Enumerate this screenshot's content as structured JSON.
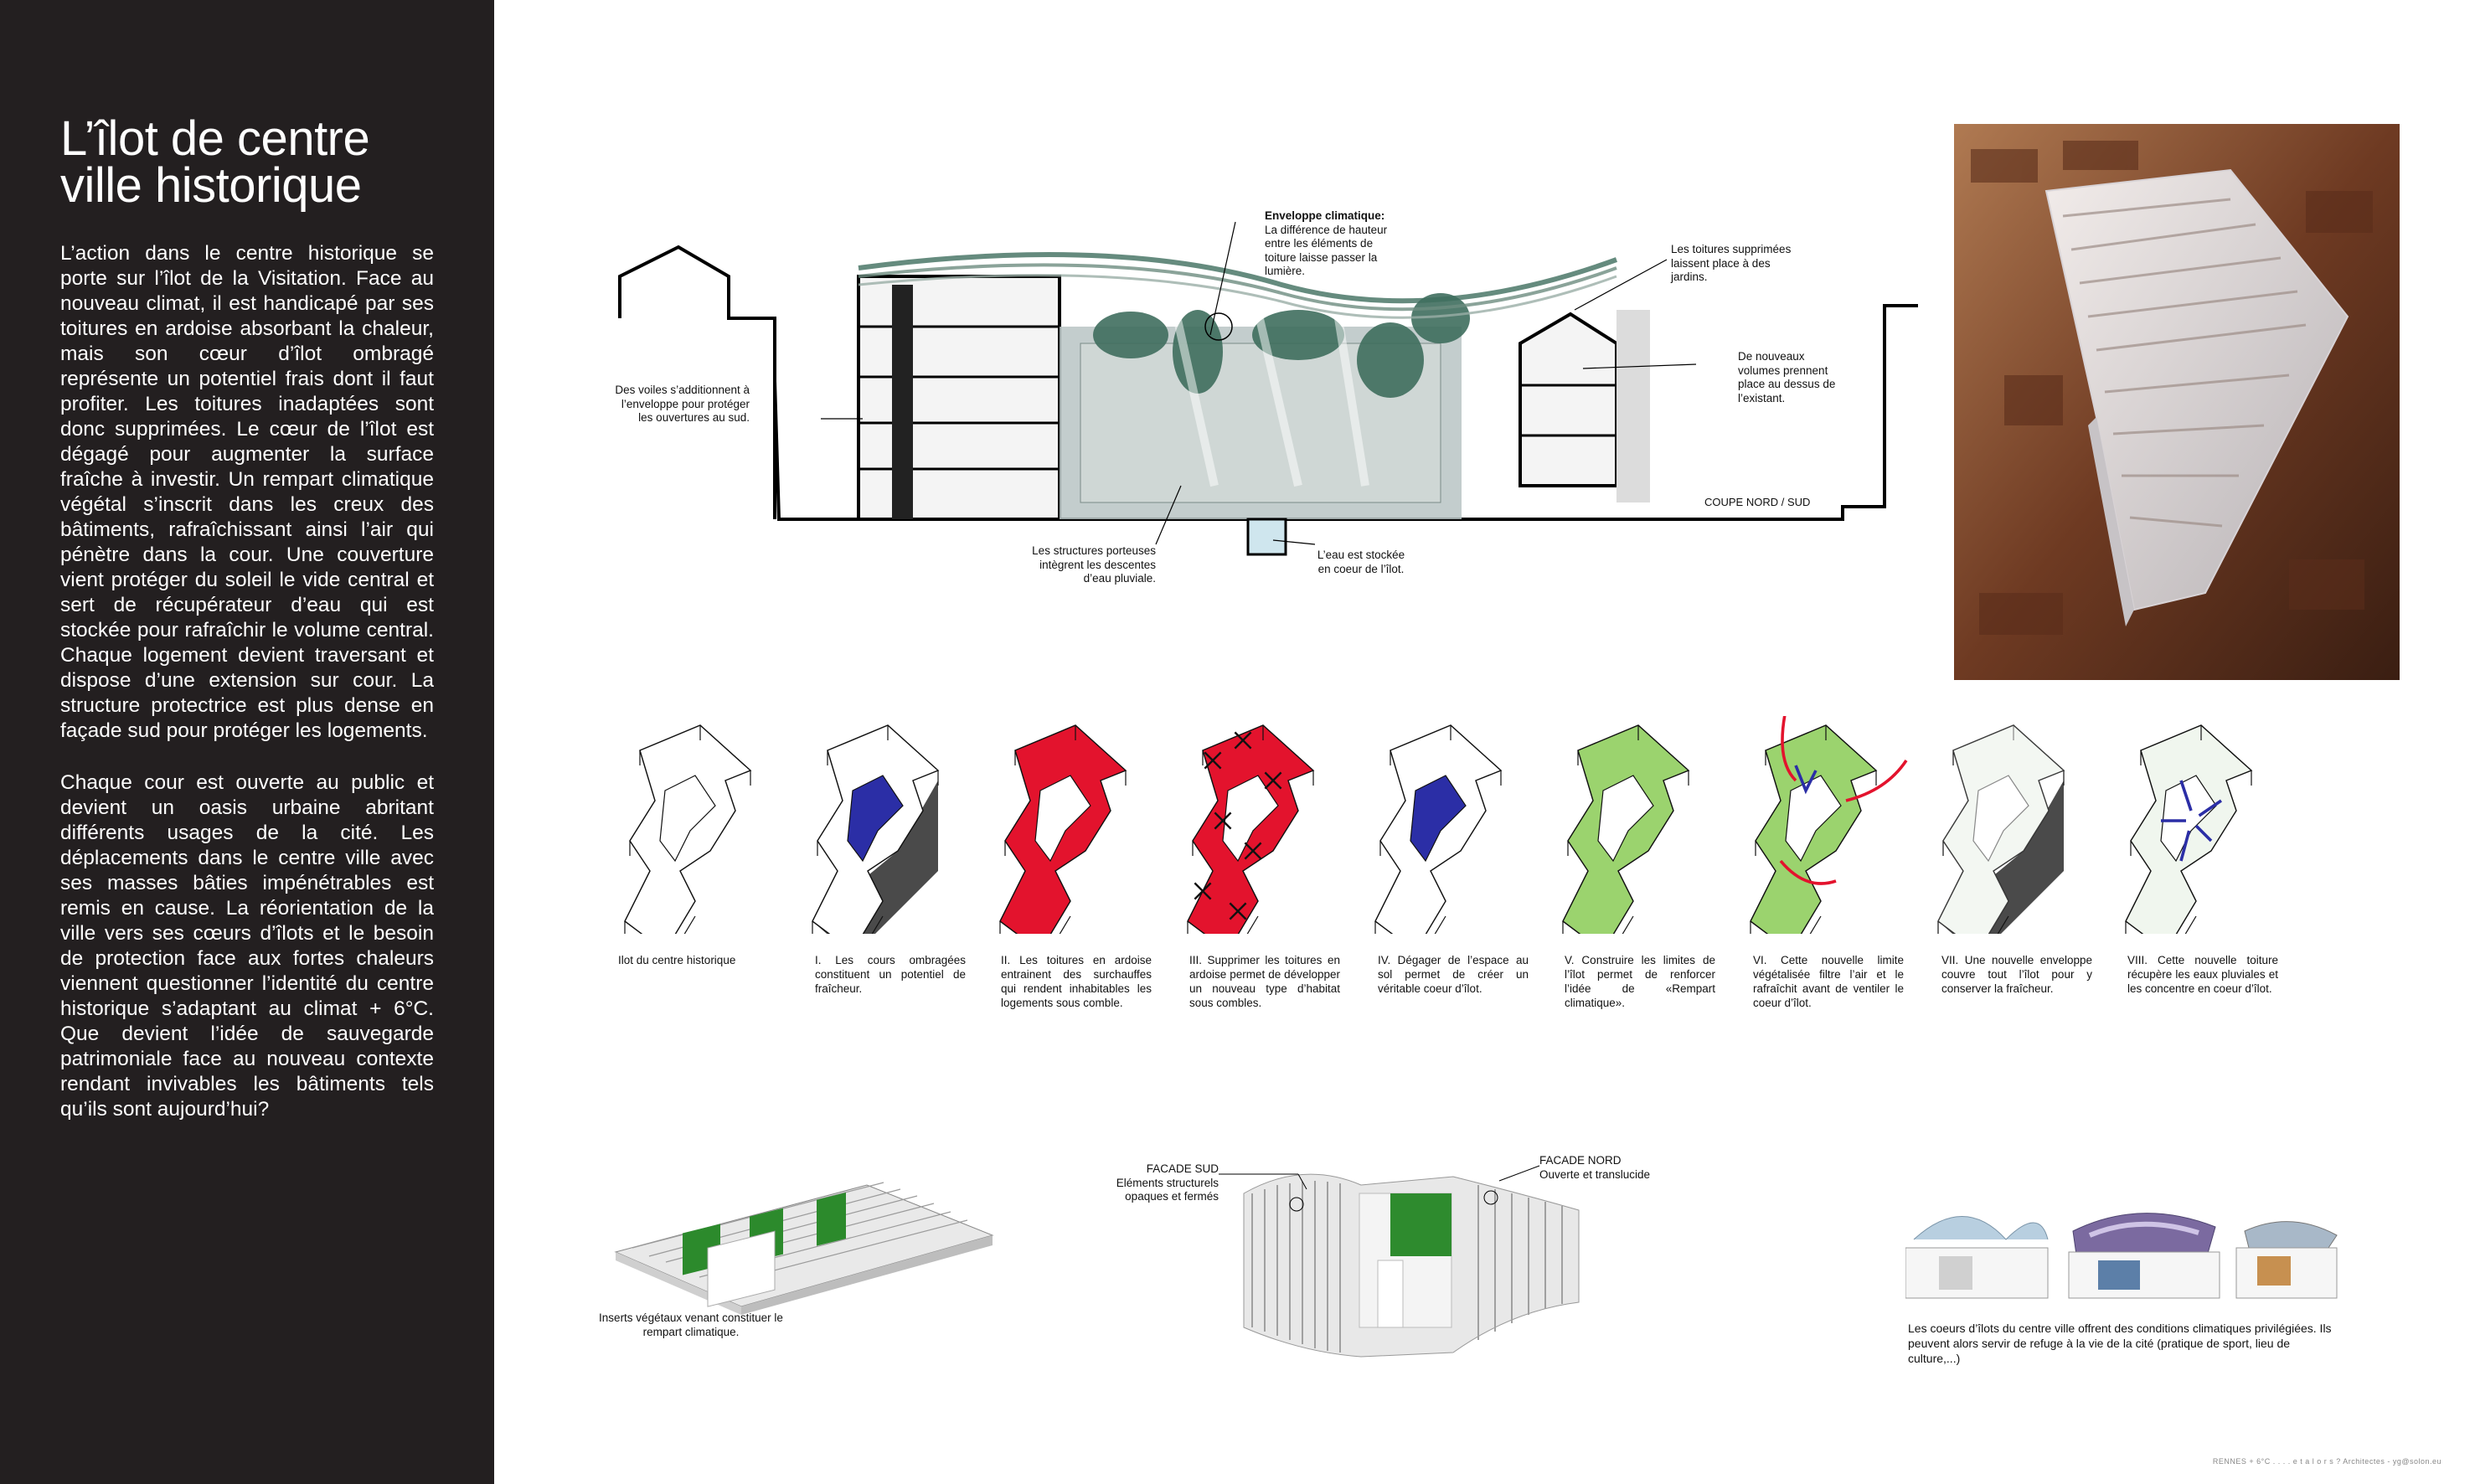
{
  "panel": {
    "title_line1": "L’îlot de centre",
    "title_line2": "ville historique",
    "paragraph1": "L’action dans le centre historique se porte sur l’îlot de la Visitation. Face au nouveau climat, il est handicapé par ses toitures en ardoise absorbant la chaleur, mais son cœur d’îlot ombragé représente un potentiel frais dont il faut profiter. Les toitures inadaptées sont donc supprimées. Le cœur de l’îlot est dégagé pour augmenter la surface fraîche à investir. Un rempart climatique végétal s’inscrit dans les creux des bâtiments, rafraîchissant ainsi l’air qui pénètre dans la cour. Une couverture vient protéger du soleil le vide central et sert de récupérateur d’eau qui est stockée pour rafraîchir le volume central. Chaque logement devient traversant et dispose d’une extension sur cour. La structure protectrice est plus dense en façade sud pour protéger les logements.",
    "paragraph2": "Chaque cour est ouverte au public et devient un oasis urbaine abritant différents usages de la cité. Les déplacements dans le centre ville avec ses masses bâties impénétrables est remis en cause. La réorientation de la ville vers ses cœurs d’îlots et le besoin de protection face aux fortes chaleurs viennent questionner l’identité du centre historique s’adaptant au climat + 6°C. Que devient l’idée de sauvegarde patrimoniale face au nouveau contexte rendant invivables les bâtiments tels qu’ils sont aujourd’hui?"
  },
  "section": {
    "envelope_title": "Enveloppe climatique:",
    "envelope_text": "La différence de hauteur entre les éléments de toiture laisse passer la lumière.",
    "voiles": "Des voiles s’additionnent à l’enveloppe pour protéger les ouvertures au sud.",
    "toitures": "Les toitures supprimées laissent place à des jardins.",
    "volumes": "De nouveaux volumes prennent place au dessus de l’existant.",
    "structures": "Les structures porteuses intègrent les descentes d’eau pluviale.",
    "eau": "L’eau est stockée en coeur de l’îlot.",
    "coupe": "COUPE NORD / SUD"
  },
  "sequence": [
    {
      "caption": "Ilot du centre historique"
    },
    {
      "caption": "I. Les cours ombragées constituent un potentiel de fraîcheur."
    },
    {
      "caption": "II. Les toitures en ardoise entrainent des surchauffes qui rendent inhabitables les logements sous comble."
    },
    {
      "caption": "III. Supprimer les toitures en ardoise permet de développer un nouveau type d’habitat sous combles."
    },
    {
      "caption": "IV. Dégager de l’espace au sol permet de créer un véritable coeur d’îlot."
    },
    {
      "caption": "V. Construire les limites de l’îlot permet de renforcer l’idée de «Rempart climatique»."
    },
    {
      "caption": "VI. Cette nouvelle limite végétalisée filtre l’air et le rafraîchit avant de ventiler le coeur d’îlot."
    },
    {
      "caption": "VII. Une nouvelle enveloppe couvre tout l’îlot pour y conserver la fraîcheur."
    },
    {
      "caption": "VIII. Cette nouvelle toiture récupère les eaux pluviales et les concentre en coeur d’îlot."
    }
  ],
  "bottom": {
    "inserts": "Inserts végétaux venant constituer le rempart climatique.",
    "facade_sud_title": "FACADE SUD",
    "facade_sud_text": "Eléments structurels opaques et fermés",
    "facade_nord_title": "FACADE NORD",
    "facade_nord_text": "Ouverte et translucide",
    "coeurs": "Les coeurs d’îlots du centre ville offrent des conditions climatiques privilégiées. Ils peuvent alors servir de refuge à la vie de la cité (pratique de sport, lieu de culture,...)"
  },
  "footer": "RENNES + 6°C  . . . . e t a l o r s ?  Architectes - yg@solon.eu",
  "colors": {
    "panel": "#231f20",
    "red": "#e3132d",
    "green": "#9bd36e",
    "blue": "#2b2ea6",
    "roof": "#8a4a2a"
  }
}
